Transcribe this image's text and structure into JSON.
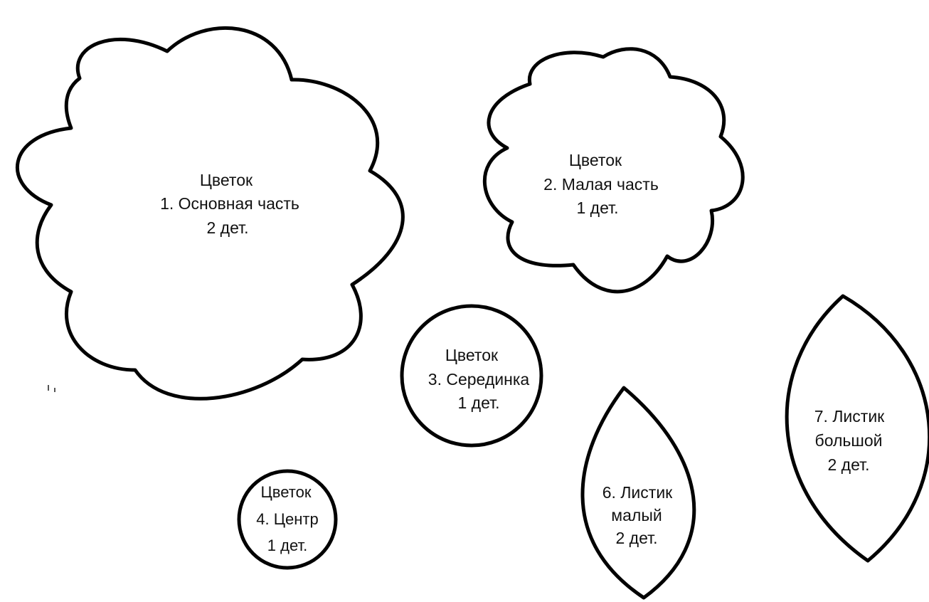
{
  "pieces": [
    {
      "id": "piece-1",
      "shape": "flower-large",
      "lines": [
        "Цветок",
        "1. Основная часть",
        "2 дет."
      ]
    },
    {
      "id": "piece-2",
      "shape": "flower-small",
      "lines": [
        "Цветок",
        "2. Малая часть",
        "1 дет."
      ]
    },
    {
      "id": "piece-3",
      "shape": "circle-medium",
      "lines": [
        "Цветок",
        "3. Серединка",
        "1 дет."
      ]
    },
    {
      "id": "piece-4",
      "shape": "circle-small",
      "lines": [
        "Цветок",
        "4. Центр",
        "1 дет."
      ]
    },
    {
      "id": "piece-6",
      "shape": "leaf-small",
      "lines": [
        "6. Листик",
        "малый",
        "2 дет."
      ]
    },
    {
      "id": "piece-7",
      "shape": "leaf-large",
      "lines": [
        "7. Листик",
        "большой",
        "2 дет."
      ]
    }
  ],
  "colors": {
    "outline": "#000000",
    "text": "#111111",
    "background": "#ffffff"
  }
}
